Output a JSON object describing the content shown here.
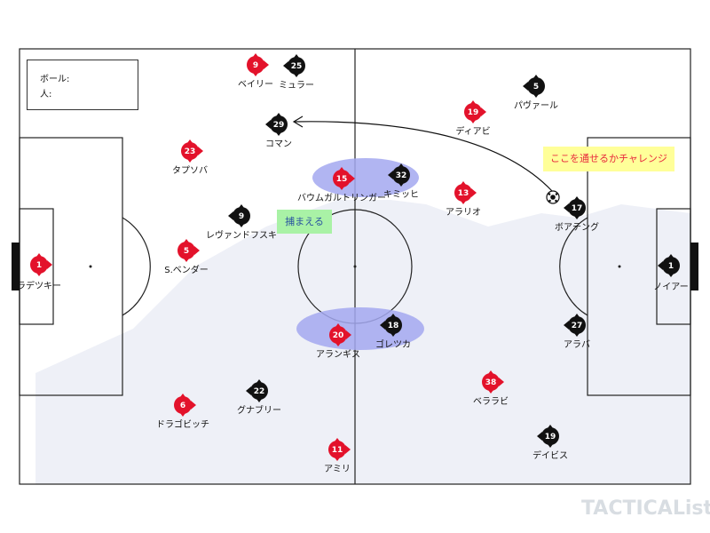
{
  "legend": {
    "ball_label": "ボール:",
    "person_label": "人:"
  },
  "notes": {
    "challenge": "ここを通せるかチャレンジ",
    "capture": "捕まえる"
  },
  "watermark": "TACTICALista",
  "colors": {
    "red_team": "#e3122b",
    "black_team": "#111111",
    "highlight": "#a3a8f0",
    "shade": "#eef0f7",
    "note_yellow": "#ffff99",
    "note_green": "#a9f2a6"
  },
  "players": [
    {
      "id": "red-1",
      "team": "red",
      "number": "1",
      "name": "ラデツキー"
    },
    {
      "id": "red-9",
      "team": "red",
      "number": "9",
      "name": "ベイリー"
    },
    {
      "id": "red-23",
      "team": "red",
      "number": "23",
      "name": "タプソバ"
    },
    {
      "id": "red-5",
      "team": "red",
      "number": "5",
      "name": "S.ベンダー"
    },
    {
      "id": "red-6",
      "team": "red",
      "number": "6",
      "name": "ドラゴビッチ"
    },
    {
      "id": "red-15",
      "team": "red",
      "number": "15",
      "name": "バウムガルトリンガー"
    },
    {
      "id": "red-20",
      "team": "red",
      "number": "20",
      "name": "アランギス"
    },
    {
      "id": "red-11",
      "team": "red",
      "number": "11",
      "name": "アミリ"
    },
    {
      "id": "red-19",
      "team": "red",
      "number": "19",
      "name": "ディアビ"
    },
    {
      "id": "red-13",
      "team": "red",
      "number": "13",
      "name": "アラリオ"
    },
    {
      "id": "red-38",
      "team": "red",
      "number": "38",
      "name": "ベララビ"
    },
    {
      "id": "black-25",
      "team": "black",
      "number": "25",
      "name": "ミュラー"
    },
    {
      "id": "black-29",
      "team": "black",
      "number": "29",
      "name": "コマン"
    },
    {
      "id": "black-9",
      "team": "black",
      "number": "9",
      "name": "レヴァンドフスキ"
    },
    {
      "id": "black-32",
      "team": "black",
      "number": "32",
      "name": "キミッヒ"
    },
    {
      "id": "black-18",
      "team": "black",
      "number": "18",
      "name": "ゴレツカ"
    },
    {
      "id": "black-22",
      "team": "black",
      "number": "22",
      "name": "グナブリー"
    },
    {
      "id": "black-5",
      "team": "black",
      "number": "5",
      "name": "パヴァール"
    },
    {
      "id": "black-17",
      "team": "black",
      "number": "17",
      "name": "ボアテング"
    },
    {
      "id": "black-1",
      "team": "black",
      "number": "1",
      "name": "ノイアー"
    },
    {
      "id": "black-27",
      "team": "black",
      "number": "27",
      "name": "アラバ"
    },
    {
      "id": "black-19",
      "team": "black",
      "number": "19",
      "name": "デイビス"
    }
  ]
}
